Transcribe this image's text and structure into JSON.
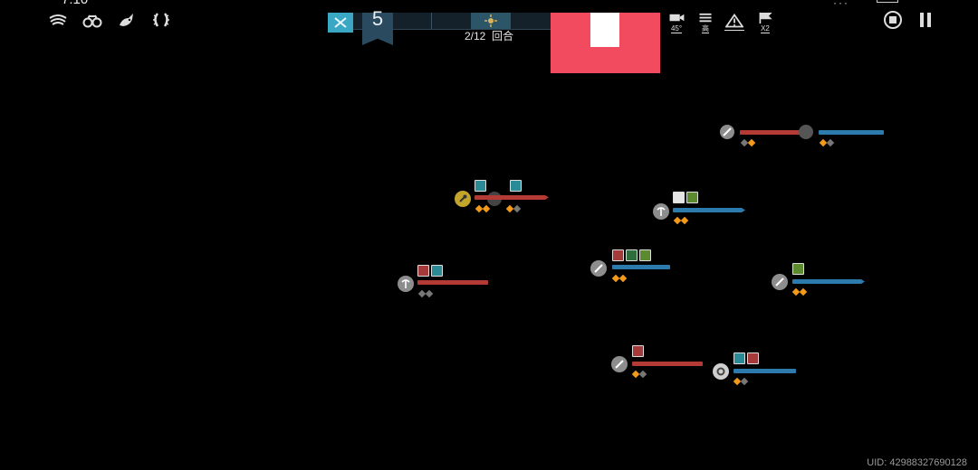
{
  "status_bar": {
    "time": "7:10",
    "indicators": "···"
  },
  "top_left_icons": [
    "nest-icon",
    "binoculars-icon",
    "bird-icon",
    "laurel-wreath-icon"
  ],
  "turn_panel": {
    "turn_number": "5",
    "round_current": "2/12",
    "round_label": "回合"
  },
  "top_right": {
    "angle_label": "45°",
    "quality_label": "高",
    "speed_label": "X2",
    "icons": [
      "camera-angle-icon",
      "graphics-quality-icon",
      "warning-icon",
      "speed-flag-icon",
      "record-icon",
      "pause-icon"
    ]
  },
  "uid_text": "UID: 42988327690128",
  "colors": {
    "red_team": "#b43a36",
    "blue_team": "#2d7bad",
    "highlight": "#f24a5f",
    "pip_active": "#f39a1a"
  },
  "units": [
    {
      "team": "red",
      "weapon": "sword-icon",
      "pips": [
        "off",
        "on"
      ]
    },
    {
      "team": "blue",
      "weapon": "none",
      "pips": [
        "on",
        "off"
      ]
    },
    {
      "team": "red",
      "weapon": "wrench-icon",
      "buffs": [
        "teal",
        "teal"
      ],
      "pips": [
        "on",
        "on",
        "on",
        "off"
      ]
    },
    {
      "team": "blue",
      "weapon": "pickaxe-icon",
      "buffs": [
        "white",
        "green"
      ],
      "pips": [
        "on",
        "on"
      ]
    },
    {
      "team": "blue",
      "weapon": "sword-icon",
      "buffs": [
        "red",
        "darkgreen",
        "green"
      ],
      "pips": [
        "on",
        "on"
      ]
    },
    {
      "team": "red",
      "weapon": "pickaxe-icon",
      "buffs": [
        "red",
        "teal"
      ],
      "pips": [
        "off",
        "off"
      ]
    },
    {
      "team": "blue",
      "weapon": "sword-icon",
      "buffs": [
        "green"
      ],
      "pips": [
        "on",
        "on"
      ]
    },
    {
      "team": "red",
      "weapon": "sword-icon",
      "buffs": [
        "red"
      ],
      "pips": [
        "on",
        "off"
      ]
    },
    {
      "team": "blue",
      "weapon": "gear-icon",
      "buffs": [
        "teal",
        "red"
      ],
      "pips": [
        "on",
        "off"
      ]
    }
  ]
}
